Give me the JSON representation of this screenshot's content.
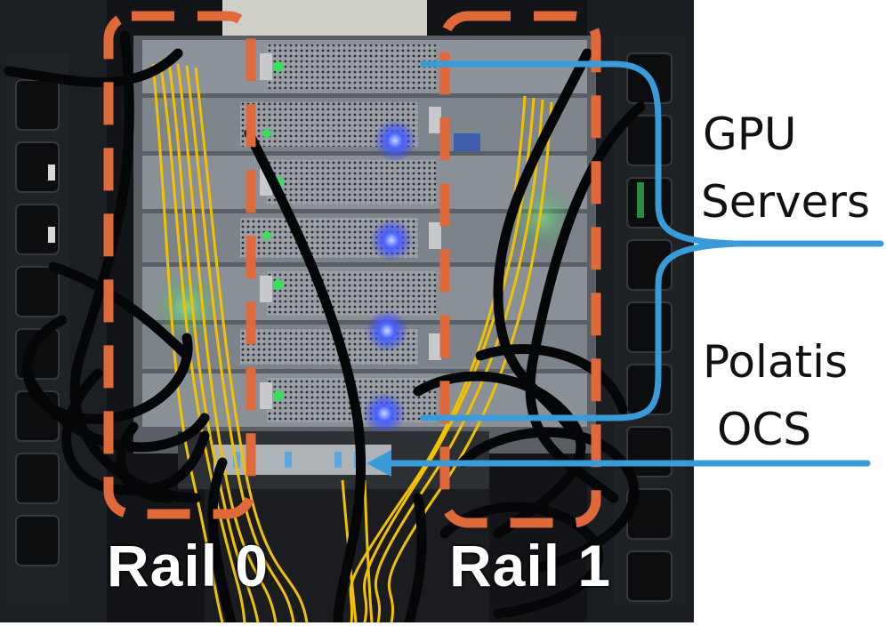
{
  "photo": {
    "description_icon": "server-rack-photo"
  },
  "labels": {
    "rail_0": "Rail 0",
    "rail_1": "Rail 1",
    "gpu_line1": "GPU",
    "gpu_line2": "Servers",
    "ocs_line1": "Polatis",
    "ocs_line2": "OCS"
  },
  "colors": {
    "rail_box": "#e0693a",
    "callout_line": "#3a9bd9",
    "fiber": "#f2c200",
    "led": "#3a5bff"
  }
}
